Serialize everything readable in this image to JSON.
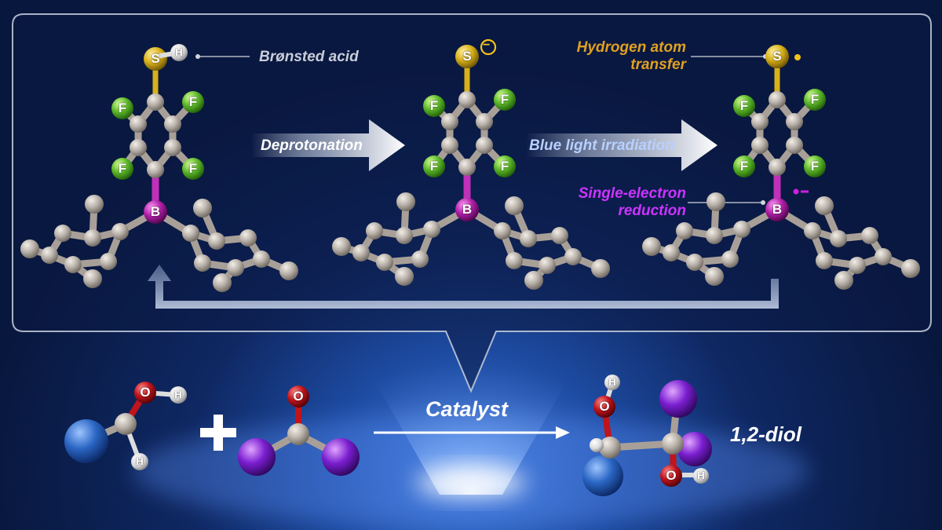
{
  "labels": {
    "bronsted_acid": "Brønsted acid",
    "deprotonation": "Deprotonation",
    "blue_light": "Blue light irradiation",
    "hat_line1": "Hydrogen atom",
    "hat_line2": "transfer",
    "set_line1": "Single-electron",
    "set_line2": "reduction",
    "catalyst": "Catalyst",
    "product": "1,2-diol",
    "plus": "+"
  },
  "atoms": {
    "sulfur": "S",
    "hydrogen": "H",
    "fluorine": "F",
    "boron": "B",
    "oxygen": "O"
  },
  "symbols": {
    "negative_charge": "−",
    "radical_dot": "•"
  },
  "colors": {
    "bronsted_label": "#c8cdd8",
    "step_label": "#ffffff",
    "blue_light_label": "#b8d0ff",
    "hat_label": "#e0a020",
    "set_label": "#cc33ff",
    "sulfur": "#d8b01a",
    "fluorine": "#5db82a",
    "boron": "#b020a8",
    "carbon": "#b9b2aa",
    "oxygen": "#c0141c",
    "hydrogen": "#e8e8e8",
    "blue_group": "#2a66c4",
    "purple_group": "#7a1ed0"
  }
}
